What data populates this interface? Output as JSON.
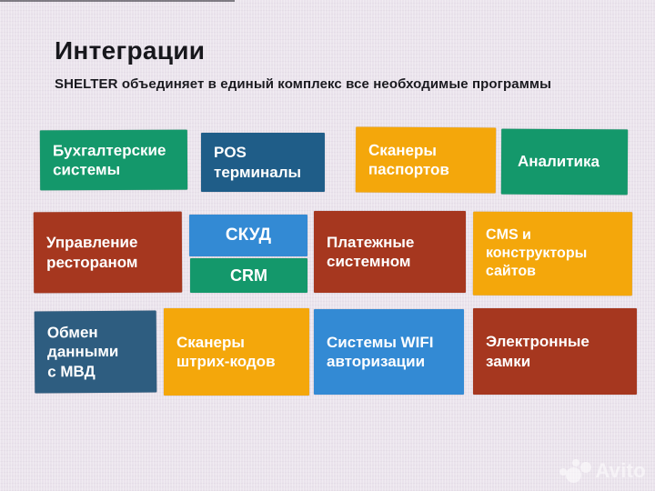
{
  "header": {
    "title": "Интеграции",
    "subtitle": "SHELTER объединяет в единый комплекс все необходимые программы"
  },
  "palette": {
    "background": "#ece5ee",
    "heading_text": "#17171c",
    "tile_text": "#ffffff",
    "green": "#14986b",
    "navy": "#1f5d88",
    "steel": "#2e5d80",
    "orange": "#f4a70b",
    "red": "#a6371f",
    "blue": "#338ad4"
  },
  "tiles": [
    {
      "id": "accounting",
      "label": "Бухгалтерские\nсистемы",
      "color": "green"
    },
    {
      "id": "pos-terminals",
      "label": "POS\nтерминалы",
      "color": "navy"
    },
    {
      "id": "passport-scanners",
      "label": "Сканеры\nпаспортов",
      "color": "orange"
    },
    {
      "id": "analytics",
      "label": "Аналитика",
      "color": "green"
    },
    {
      "id": "restaurant-management",
      "label": "Управление\nрестораном",
      "color": "red"
    },
    {
      "id": "skud",
      "label": "СКУД",
      "color": "blue"
    },
    {
      "id": "crm",
      "label": "CRM",
      "color": "green"
    },
    {
      "id": "payment-systems",
      "label": "Платежные\nсистемном",
      "color": "red"
    },
    {
      "id": "cms-site-builders",
      "label": "CMS и\nконструкторы\nсайтов",
      "color": "orange"
    },
    {
      "id": "mvd-data-exchange",
      "label": "Обмен\nданными\nс МВД",
      "color": "steel"
    },
    {
      "id": "barcode-scanners",
      "label": "Сканеры\nштрих-кодов",
      "color": "orange"
    },
    {
      "id": "wifi-auth",
      "label": "Системы WIFI\nавторизации",
      "color": "blue"
    },
    {
      "id": "electronic-locks",
      "label": "Электронные\nзамки",
      "color": "red"
    }
  ],
  "watermark": {
    "text": "Avito"
  }
}
